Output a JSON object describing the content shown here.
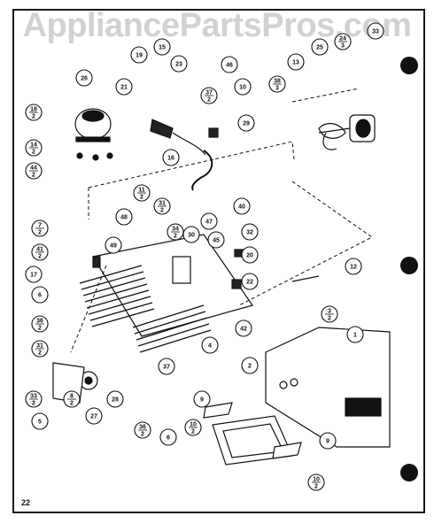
{
  "watermark": "AppliancePartsPros.com",
  "page_number": "22",
  "callouts": [
    {
      "id": "c26",
      "num": "26"
    },
    {
      "id": "c18",
      "num": "18",
      "sub": "2"
    },
    {
      "id": "c14",
      "num": "14",
      "sub": "2"
    },
    {
      "id": "c44",
      "num": "44",
      "sub": "2"
    },
    {
      "id": "c19",
      "num": "19"
    },
    {
      "id": "c15",
      "num": "15"
    },
    {
      "id": "c23",
      "num": "23"
    },
    {
      "id": "c21",
      "num": "21"
    },
    {
      "id": "c37a",
      "num": "37",
      "sub": "2"
    },
    {
      "id": "c16",
      "num": "16"
    },
    {
      "id": "c46",
      "num": "46"
    },
    {
      "id": "c10a",
      "num": "10"
    },
    {
      "id": "c29",
      "num": "29"
    },
    {
      "id": "c38",
      "num": "38",
      "sub": "3"
    },
    {
      "id": "c13",
      "num": "13"
    },
    {
      "id": "c25",
      "num": "25"
    },
    {
      "id": "c24",
      "num": "24",
      "sub": "3"
    },
    {
      "id": "c33",
      "num": "33"
    },
    {
      "id": "c11",
      "num": "11",
      "sub": "2"
    },
    {
      "id": "c31a",
      "num": "31",
      "sub": "2"
    },
    {
      "id": "c34",
      "num": "34",
      "sub": "2"
    },
    {
      "id": "c30",
      "num": "30"
    },
    {
      "id": "c47",
      "num": "47"
    },
    {
      "id": "c40",
      "num": "40"
    },
    {
      "id": "c48",
      "num": "48"
    },
    {
      "id": "c7",
      "num": "7",
      "sub": "2"
    },
    {
      "id": "c41",
      "num": "41",
      "sub": "2"
    },
    {
      "id": "c49",
      "num": "49"
    },
    {
      "id": "c45",
      "num": "45"
    },
    {
      "id": "c32",
      "num": "32"
    },
    {
      "id": "c20",
      "num": "20"
    },
    {
      "id": "c12",
      "num": "12"
    },
    {
      "id": "c17",
      "num": "17"
    },
    {
      "id": "c22",
      "num": "22"
    },
    {
      "id": "c6a",
      "num": "6"
    },
    {
      "id": "c36a",
      "num": "36",
      "sub": "2"
    },
    {
      "id": "c3",
      "num": "3",
      "sub": "2"
    },
    {
      "id": "c1",
      "num": "1"
    },
    {
      "id": "c42",
      "num": "42"
    },
    {
      "id": "c31b",
      "num": "31",
      "sub": "2"
    },
    {
      "id": "c4",
      "num": "4"
    },
    {
      "id": "c37b",
      "num": "37"
    },
    {
      "id": "c2",
      "num": "2"
    },
    {
      "id": "c33b",
      "num": "33",
      "sub": "2"
    },
    {
      "id": "c8",
      "num": "8",
      "sub": "2"
    },
    {
      "id": "c28",
      "num": "28"
    },
    {
      "id": "c27",
      "num": "27"
    },
    {
      "id": "c5",
      "num": "5"
    },
    {
      "id": "c9a",
      "num": "9"
    },
    {
      "id": "c36b",
      "num": "36",
      "sub": "2"
    },
    {
      "id": "c10b",
      "num": "10",
      "sub": "2"
    },
    {
      "id": "c6b",
      "num": "6"
    },
    {
      "id": "c9b",
      "num": "9"
    },
    {
      "id": "c10c",
      "num": "10",
      "sub": "2"
    }
  ]
}
